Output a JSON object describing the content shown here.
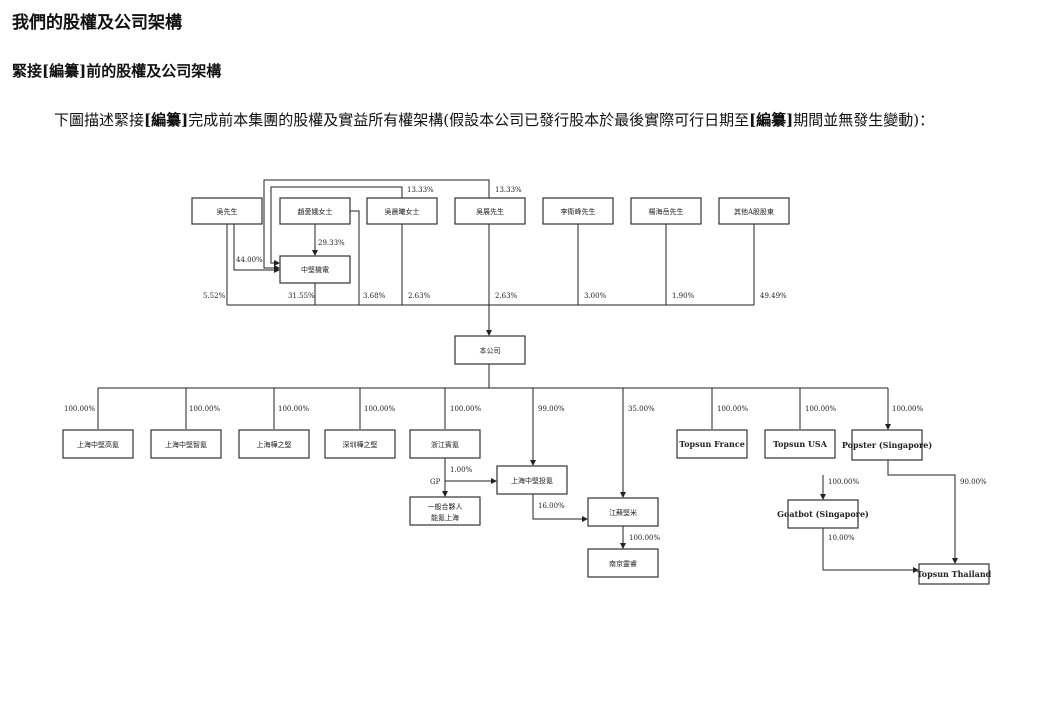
{
  "heading": "我們的股權及公司架構",
  "subheading": "緊接[編纂]前的股權及公司架構",
  "paragraph": {
    "p1": "下圖描述緊接",
    "r1": "[編纂]",
    "p2": "完成前本集團的股權及實益所有權架構(假設本公司已發行股本於最後實際可行日期至",
    "r2": "[編纂]",
    "p3": "期間並無發生變動)："
  },
  "shareholders": [
    "吳先生",
    "趙愛娥女士",
    "吳晨曦女士",
    "吳展先生",
    "李衛峰先生",
    "楊海岳先生",
    "其他A股股東"
  ],
  "holding": "中堅機電",
  "company": "本公司",
  "upper_pcts": {
    "wu_to_holding": "44.00%",
    "zhao_to_holding": "29.33%",
    "wuchenxi_to_holding": "13.33%",
    "wuzhan_to_holding": "13.33%",
    "wu": "5.52%",
    "holding": "31.55%",
    "zhao": "3.68%",
    "wuchenxi": "2.63%",
    "wuzhan": "2.63%",
    "li": "3.00%",
    "yang": "1.90%",
    "others": "49.49%"
  },
  "subsidiaries": [
    "上海中堅高氪",
    "上海中堅智氪",
    "上海樺之堅",
    "深圳樺之堅",
    "浙江賓氪",
    "Topsun France",
    "Topsun USA",
    "Popster (Singapore)"
  ],
  "sub_pcts": [
    "100.00%",
    "100.00%",
    "100.00%",
    "100.00%",
    "100.00%",
    "99.00%",
    "35.00%",
    "100.00%",
    "100.00%",
    "100.00%"
  ],
  "invest": "上海中堅投氪",
  "gp_box": [
    "一般合夥人",
    "能氪上海"
  ],
  "gp_label": "GP",
  "gp_pct": "1.00%",
  "jiangsu": "江蘇堅米",
  "jiangsu_pct": "16.00%",
  "nanjing": "南京靈睿",
  "nanjing_pct": "100.00%",
  "goatbot": "Goatbot (Singapore)",
  "goatbot_pct": "100.00%",
  "thailand": "Topsun Thailand",
  "thailand_pct_popster": "90.00%",
  "thailand_pct_goatbot": "10.00%"
}
